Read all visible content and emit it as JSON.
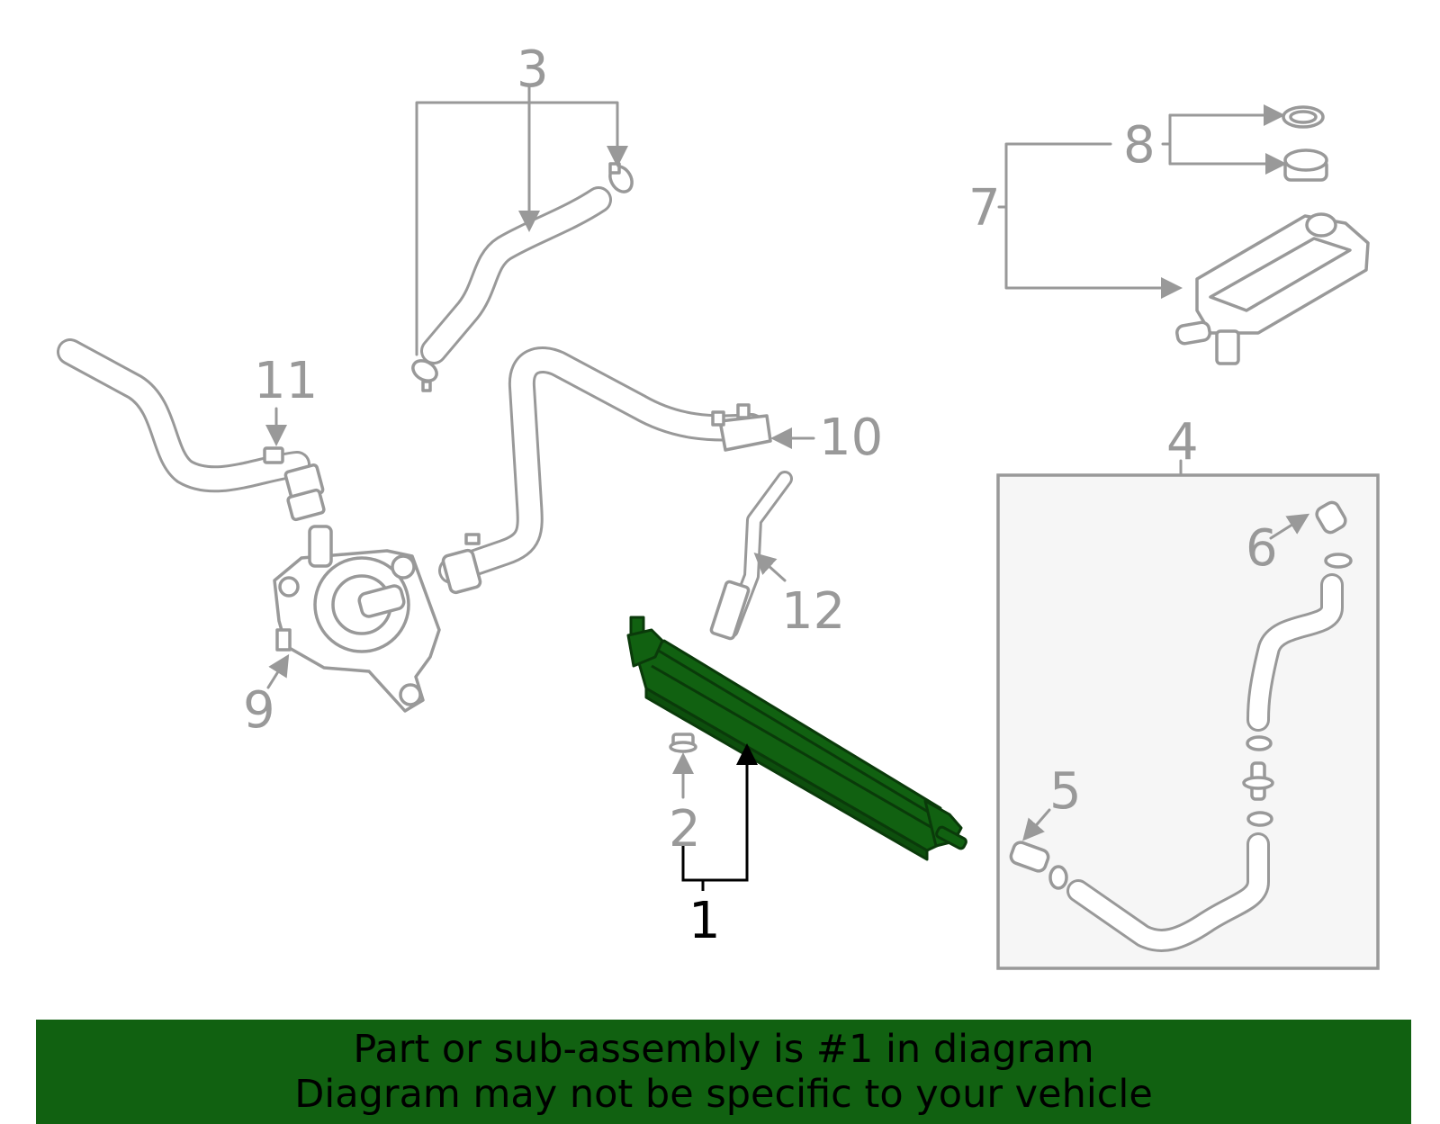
{
  "diagram": {
    "highlight_part": "1",
    "colors": {
      "highlight": "#116111",
      "line": "#999999",
      "group_box_fill": "#f6f6f6",
      "banner_background": "#116111"
    },
    "callouts": {
      "c1": "1",
      "c2": "2",
      "c3": "3",
      "c4": "4",
      "c5": "5",
      "c6": "6",
      "c7": "7",
      "c8": "8",
      "c9": "9",
      "c10": "10",
      "c11": "11",
      "c12": "12"
    }
  },
  "banner": {
    "line1": "Part or sub-assembly is #1 in diagram",
    "line2": "Diagram may not be specific to your vehicle"
  }
}
